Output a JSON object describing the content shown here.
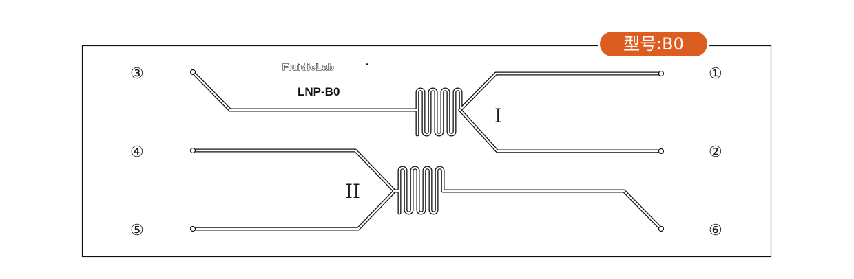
{
  "badge": {
    "text": "型号:B0"
  },
  "chip": {
    "brand": "FluidicLab",
    "brand_mark": "•",
    "model": "LNP-B0",
    "junctions": {
      "upper": "I",
      "lower": "II"
    },
    "ports": {
      "p1": "①",
      "p2": "②",
      "p3": "③",
      "p4": "④",
      "p5": "⑤",
      "p6": "⑥"
    }
  },
  "colors": {
    "badge": "#dc5d1f",
    "outline": "#111111",
    "background": "#ffffff"
  }
}
